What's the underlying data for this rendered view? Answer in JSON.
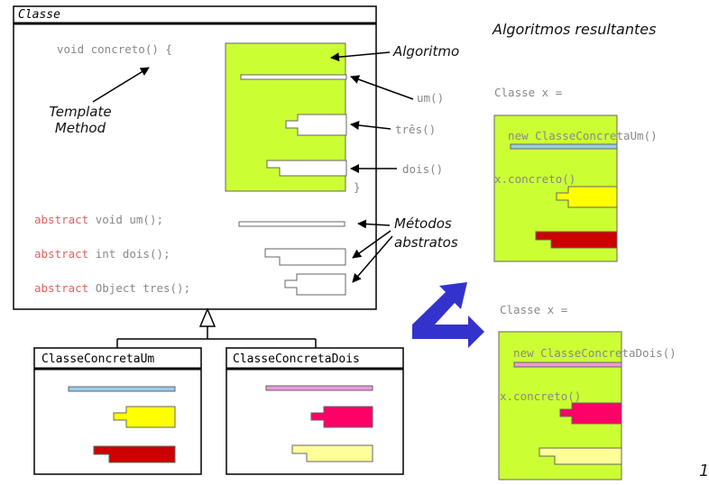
{
  "colors": {
    "lime": "#ccff33",
    "blue": "#99ccee",
    "yellow": "#ffff00",
    "red": "#cc0000",
    "pink": "#ee99dd",
    "crimson": "#ff0066",
    "cream": "#ffff99",
    "arrow_blue": "#3333cc",
    "code_gray": "#888888",
    "keyword_red": "#e06060"
  },
  "classe": {
    "title": "Classe",
    "method_open": "void concreto() {",
    "method_close": "}",
    "abstract_kw": "abstract",
    "abs1": " void um();",
    "abs2": " int dois();",
    "abs3": " Object tres();"
  },
  "labels": {
    "algoritmo": "Algoritmo",
    "template1": "Template",
    "template2": "Method",
    "um": "um()",
    "tres": "três()",
    "dois": "dois()",
    "metodos1": "Métodos",
    "metodos2": "abstratos",
    "resultantes": "Algoritmos resultantes"
  },
  "sub1": {
    "title": "ClasseConcretaUm"
  },
  "sub2": {
    "title": "ClasseConcretaDois"
  },
  "code1": [
    "Classe x =",
    "  new ClasseConcretaUm()",
    "x.concreto()"
  ],
  "code2": [
    "Classe x =",
    "  new ClasseConcretaDois()",
    "x.concreto()"
  ],
  "page_number": "1"
}
